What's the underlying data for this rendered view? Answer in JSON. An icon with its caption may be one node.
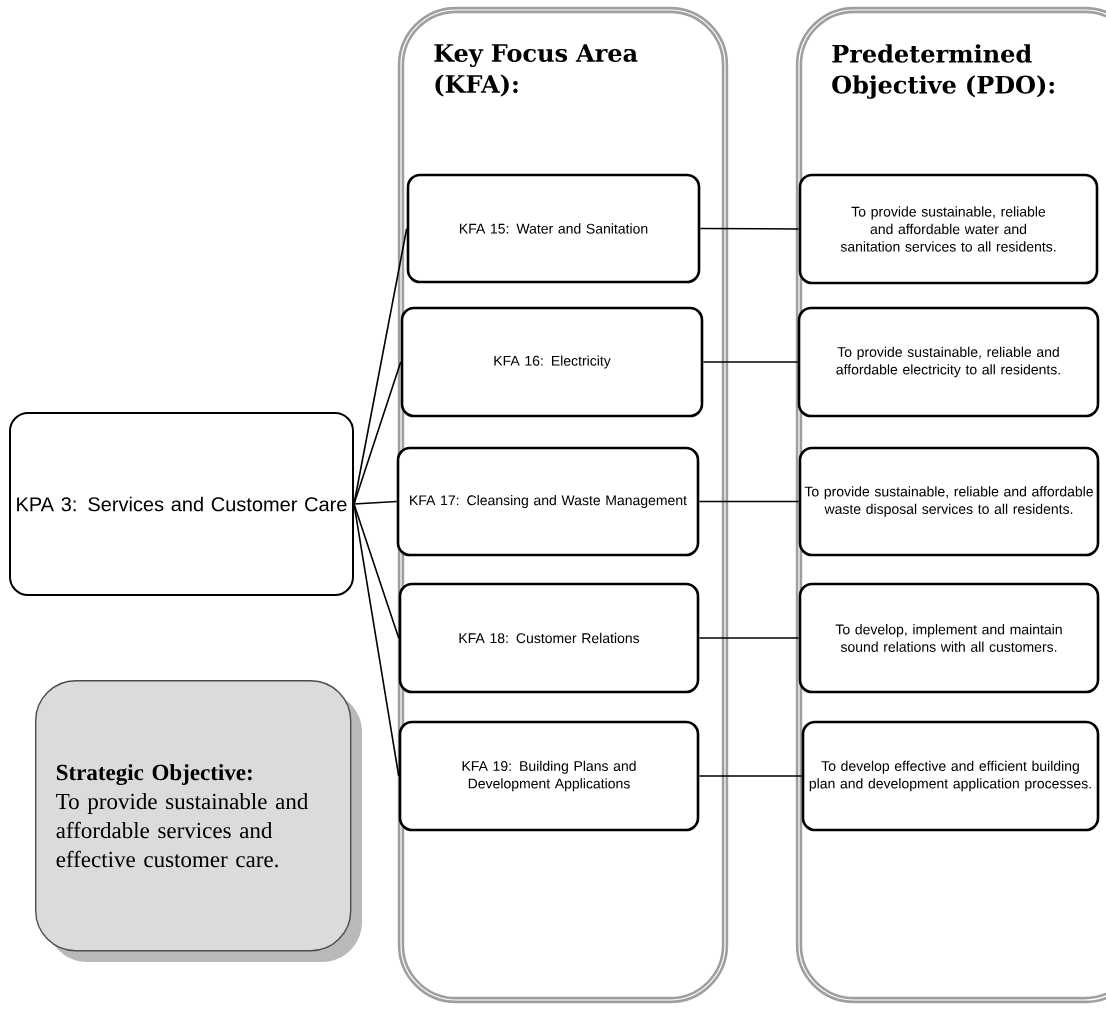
{
  "diagram": {
    "nodes": [
      {
        "text": [
          "KPA 3: Services and Customer Care"
        ]
      },
      {
        "text": [
          "Strategic Objective:",
          "To provide sustainable and affordable services and effective customer care."
        ]
      },
      {
        "text": [
          "Key Focus Area (KFA):"
        ]
      },
      {
        "text": [
          "KFA 15: Water and Sanitation"
        ],
        "in": 2
      },
      {
        "text": [
          "KFA 16: Electricity"
        ],
        "in": 2
      },
      {
        "text": [
          "KFA 17: Cleansing and Waste Management"
        ],
        "in": 2
      },
      {
        "text": [
          "KFA 18: Customer Relations"
        ],
        "in": 2
      },
      {
        "text": [
          "KFA 19: Building Plans and Development Applications"
        ],
        "in": 2
      },
      {
        "text": [
          "Predetermined Objective (PDO):"
        ]
      },
      {
        "text": [
          "To provide sustainable, reliable and affordable water and sanitation services to all residents."
        ],
        "in": 8
      },
      {
        "text": [
          "To provide sustainable, reliable and affordable electricity to all residents."
        ],
        "in": 8
      },
      {
        "text": [
          "To provide sustainable, reliable and affordable waste disposal services to all residents."
        ],
        "in": 8
      },
      {
        "text": [
          "To develop, implement and maintain sound relations with all customers."
        ],
        "in": 8
      },
      {
        "text": [
          "To develop effective and efficient building plan and development application processes."
        ],
        "in": 8
      }
    ],
    "edges": [
      {
        "from": 0,
        "to": 3,
        "arrow": "none"
      },
      {
        "from": 0,
        "to": 4,
        "arrow": "none"
      },
      {
        "from": 0,
        "to": 5,
        "arrow": "none"
      },
      {
        "from": 0,
        "to": 6,
        "arrow": "none"
      },
      {
        "from": 0,
        "to": 7,
        "arrow": "none"
      },
      {
        "from": 3,
        "to": 9,
        "arrow": "none"
      },
      {
        "from": 4,
        "to": 10,
        "arrow": "none"
      },
      {
        "from": 5,
        "to": 11,
        "arrow": "none"
      },
      {
        "from": 6,
        "to": 12,
        "arrow": "none"
      },
      {
        "from": 7,
        "to": 13,
        "arrow": "none"
      }
    ]
  }
}
